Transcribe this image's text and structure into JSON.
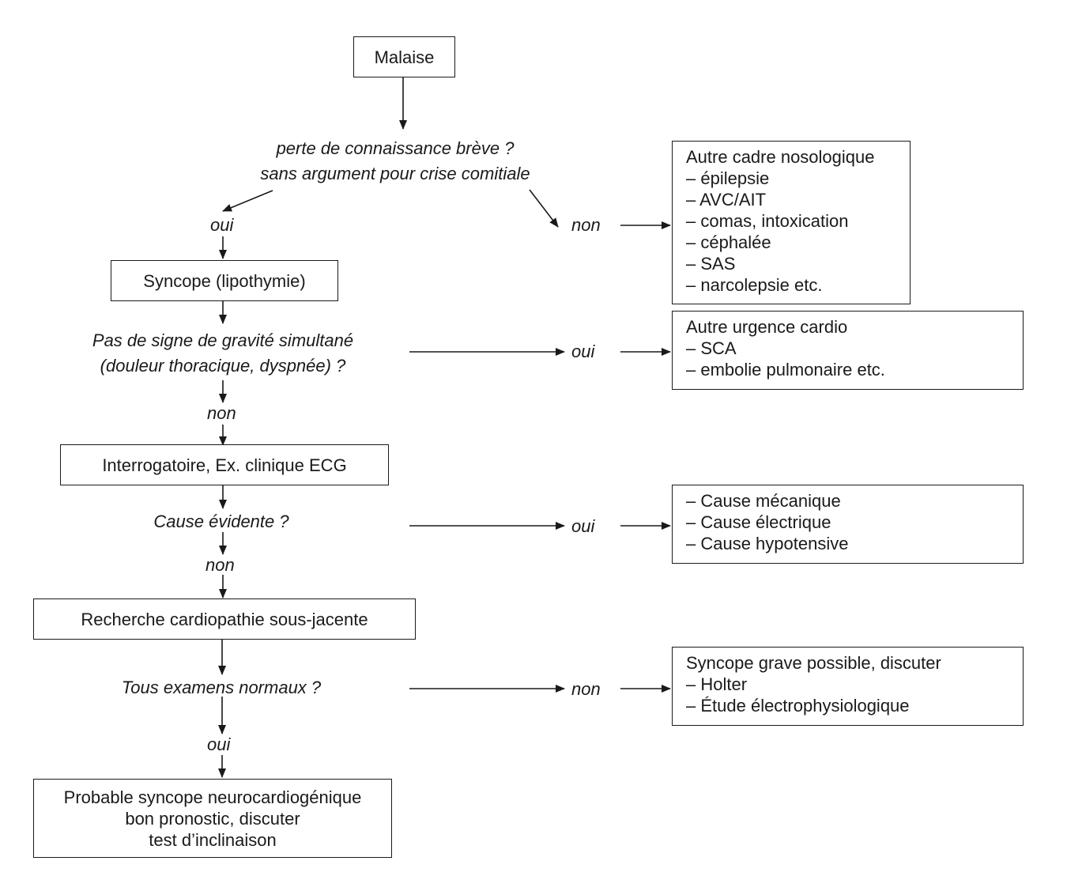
{
  "nodes": {
    "malaise": "Malaise",
    "syncope": "Syncope (lipothymie)",
    "interrogatoire": "Interrogatoire, Ex. clinique ECG",
    "recherche": "Recherche cardiopathie sous-jacente",
    "probable": [
      "Probable syncope neurocardiogénique",
      "bon pronostic, discuter",
      "test d’inclinaison"
    ]
  },
  "questions": {
    "q1": [
      "perte de connaissance brève ?",
      "sans argument pour crise comitiale"
    ],
    "q2": [
      "Pas de signe de gravité simultané",
      "(douleur thoracique, dyspnée) ?"
    ],
    "q3": "Cause évidente ?",
    "q4": "Tous examens normaux ?"
  },
  "labels": {
    "q1_yes": "oui",
    "q1_no": "non",
    "q2_yes": "oui",
    "q2_no": "non",
    "q3_yes": "oui",
    "q3_no": "non",
    "q4_no": "non",
    "q4_yes": "oui"
  },
  "outcomes": {
    "autre_cadre": [
      "Autre cadre nosologique",
      "– épilepsie",
      "– AVC/AIT",
      "– comas, intoxication",
      "– céphalée",
      "– SAS",
      "– narcolepsie etc."
    ],
    "autre_urgence": [
      "Autre urgence cardio",
      "– SCA",
      "– embolie pulmonaire etc."
    ],
    "causes": [
      "– Cause mécanique",
      "– Cause électrique",
      "– Cause hypotensive"
    ],
    "syncope_grave": [
      "Syncope grave possible, discuter",
      "– Holter",
      "– Étude électrophysiologique"
    ]
  },
  "colors": {
    "stroke": "#1a1a1a",
    "text": "#1a1a1a",
    "background": "#ffffff"
  }
}
